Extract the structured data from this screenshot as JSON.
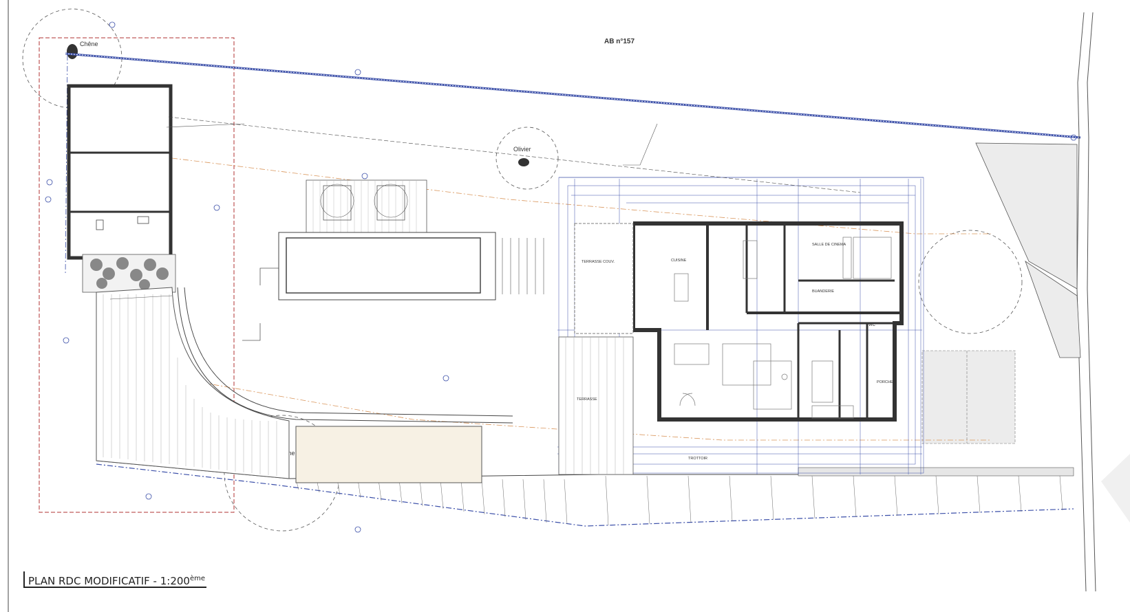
{
  "parcel_label": "AB n°157",
  "trees": {
    "chene_1": "Chêne",
    "chene_2": "Chêne",
    "olivier": "Olivier"
  },
  "rooms": {
    "terrasse_couverte": "TERRASSE COUV.",
    "terrasse": "TERRASSE",
    "trottoir": "TROTTOIR",
    "porche": "PORCHE",
    "wc": "WC",
    "cuisine": "CUISINE",
    "salle_de_cinema": "SALLE DE CINEMA",
    "buanderie": "BUANDERIE"
  },
  "title": {
    "text": "PLAN RDC MODIFICATIF - 1:200",
    "suffix": "ème"
  },
  "colors": {
    "line": "#333333",
    "blue_dim": "#3a4ea8",
    "red_boundary": "#b03030",
    "orange_dash": "#d9955a",
    "grey_fill": "#ececec",
    "beige_fill": "#f7f1e4"
  }
}
